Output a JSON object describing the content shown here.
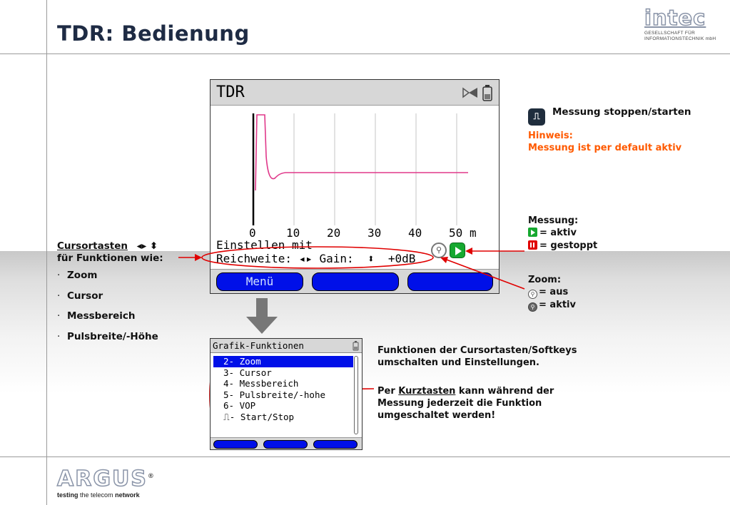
{
  "slide": {
    "title": "TDR: Bedienung"
  },
  "logo_intec": {
    "name": "intec",
    "sub1": "GESELLSCHAFT FÜR",
    "sub2": "INFORMATIONSTECHNIK mbH"
  },
  "device": {
    "title": "TDR",
    "axis": {
      "unit": "m",
      "ticks": [
        "0",
        "10",
        "20",
        "30",
        "40",
        "50"
      ]
    },
    "line1": "Einstellen mit",
    "line2_reichweite": "Reichweite:",
    "line2_gain": "Gain:",
    "line2_value": "+0dB",
    "softkeys": [
      "Menü",
      "",
      ""
    ],
    "icons": [
      "speaker-icon",
      "battery-icon",
      "zoom-off-icon",
      "play-icon"
    ]
  },
  "menu": {
    "title": "Grafik-Funktionen",
    "items": [
      {
        "key": "2-",
        "label": "Zoom",
        "selected": true
      },
      {
        "key": "3-",
        "label": "Cursor",
        "selected": false
      },
      {
        "key": "4-",
        "label": "Messbereich",
        "selected": false
      },
      {
        "key": "5-",
        "label": "Pulsbreite/-hohe",
        "selected": false
      },
      {
        "key": "6-",
        "label": "VOP",
        "selected": false
      },
      {
        "key": "⎍-",
        "label": "Start/Stop",
        "selected": false
      }
    ]
  },
  "left_annotation": {
    "line1": "Cursortasten",
    "line1_symbols": "◂▸ ⬍",
    "line2": "für Funktionen wie:",
    "bullets": [
      "Zoom",
      "Cursor",
      "Messbereich",
      "Pulsbreite/-Höhe"
    ]
  },
  "right_annotations": {
    "messung_toggle": "Messung stoppen/starten",
    "hinweis_label": "Hinweis:",
    "hinweis_text": "Messung ist per default aktiv",
    "messung_label": "Messung:",
    "aktiv": "= aktiv",
    "gestoppt": "= gestoppt",
    "zoom_label": "Zoom:",
    "zoom_aus": "= aus",
    "zoom_aktiv": "= aktiv",
    "funktionen_line1": "Funktionen der Cursortasten/Softkeys",
    "funktionen_line2": "umschalten und Einstellungen.",
    "kurz_per": "Per",
    "kurz_link": "Kurztasten",
    "kurz_rest1": "kann während der",
    "kurz_line2": "Messung jederzeit die Funktion",
    "kurz_line3": "umgeschaltet werden!"
  },
  "logo_argus": {
    "name": "ARGUS",
    "reg": "®",
    "tag_a": "testing",
    "tag_b": "the telecom",
    "tag_c": "network"
  },
  "colors": {
    "title": "#1e2b44",
    "hint": "#ff5a00",
    "callout": "#e00000",
    "softkey": "#0010e8",
    "trace": "#e0388a",
    "play": "#16a830"
  }
}
